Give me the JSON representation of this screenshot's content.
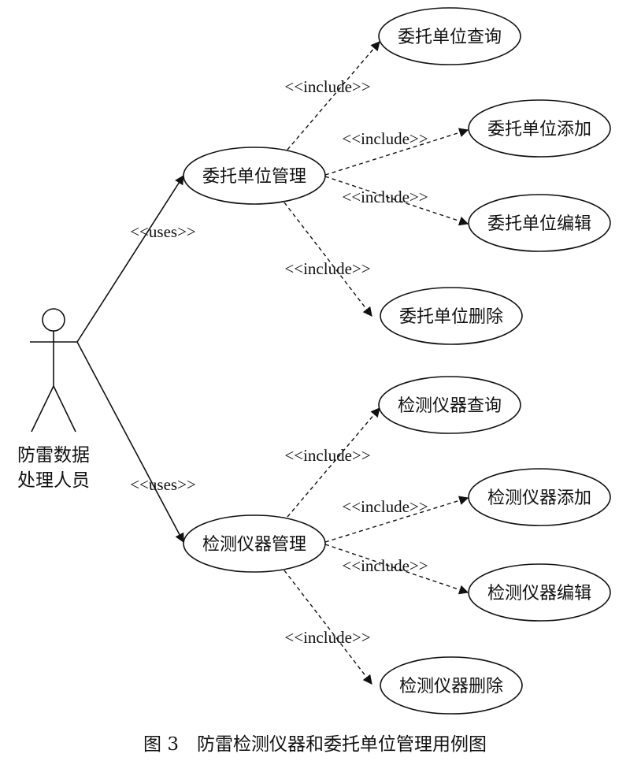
{
  "actor": {
    "name_line1": "防雷数据",
    "name_line2": "处理人员"
  },
  "relations": {
    "uses": "<<uses>>",
    "include": "<<include>>"
  },
  "groups": [
    {
      "main": "委托单位管理",
      "subs": [
        "委托单位查询",
        "委托单位添加",
        "委托单位编辑",
        "委托单位删除"
      ]
    },
    {
      "main": "检测仪器管理",
      "subs": [
        "检测仪器查询",
        "检测仪器添加",
        "检测仪器编辑",
        "检测仪器删除"
      ]
    }
  ],
  "caption": "图 3　防雷检测仪器和委托单位管理用例图"
}
